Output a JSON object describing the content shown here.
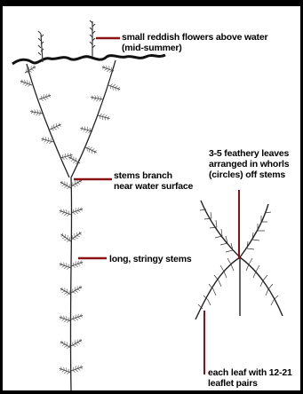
{
  "annotations": {
    "flowers": [
      "small reddish flowers above water",
      "(mid-summer)"
    ],
    "branch": [
      "stems  branch",
      "near water surface"
    ],
    "stringy": [
      "long, stringy stems"
    ],
    "whorls": [
      "3-5 feathery leaves",
      "arranged in whorls",
      "(circles) off stems"
    ],
    "leaflets": [
      "each leaf with 12-21",
      "leaflet pairs"
    ]
  },
  "colors": {
    "pointer": "#8b1212",
    "ink": "#000000",
    "water_line": "#111111"
  }
}
